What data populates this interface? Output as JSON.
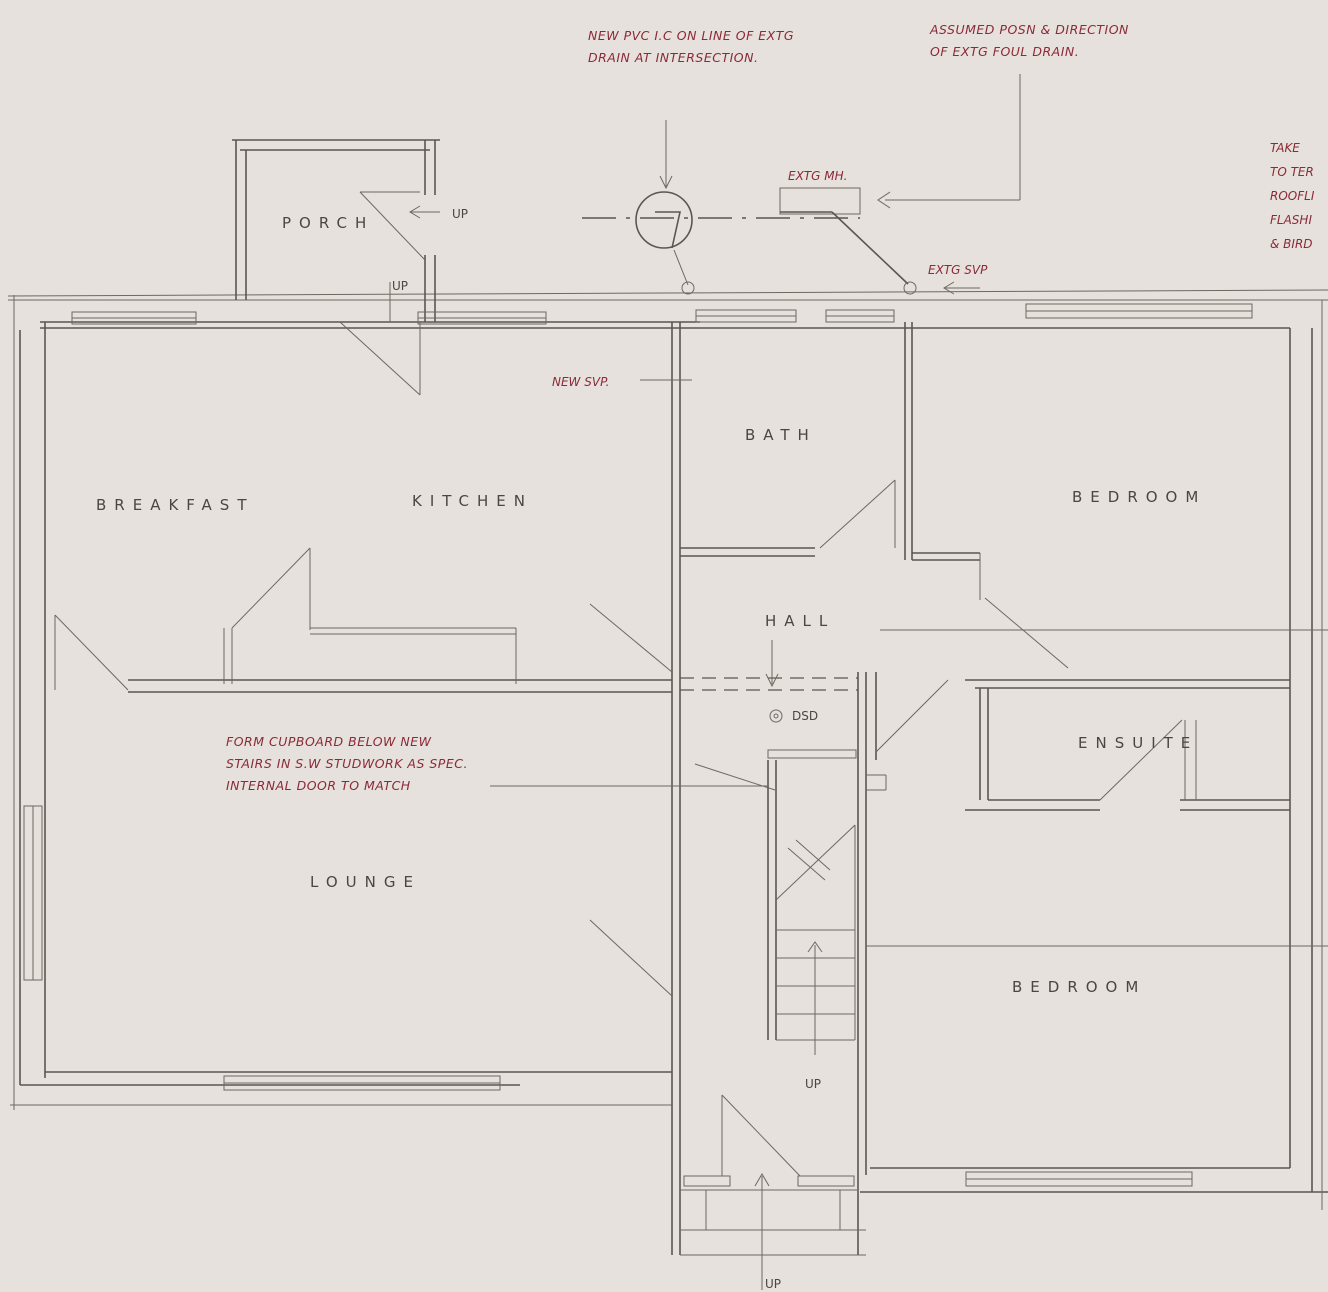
{
  "rooms": {
    "porch": "PORCH",
    "breakfast": "BREAKFAST",
    "kitchen": "KITCHEN",
    "bath": "BATH",
    "bedroom_1": "BEDROOM",
    "hall": "HALL",
    "ensuite": "ENSUITE",
    "lounge": "LOUNGE",
    "bedroom_2": "BEDROOM"
  },
  "annotations": {
    "new_pvc_line1": "NEW PVC I.C ON LINE OF EXTG",
    "new_pvc_line2": "DRAIN AT INTERSECTION.",
    "assumed_line1": "ASSUMED POSN & DIRECTION",
    "assumed_line2": "OF EXTG FOUL DRAIN.",
    "extg_mh": "EXTG MH.",
    "extg_svp": "EXTG SVP",
    "new_svp": "NEW SVP.",
    "take_line1": "TAKE",
    "take_line2": "TO TER",
    "take_line3": "ROOFLI",
    "take_line4": "FLASHI",
    "take_line5": "& BIRD",
    "cupboard_line1": "FORM CUPBOARD BELOW NEW",
    "cupboard_line2": "STAIRS IN S.W STUDWORK AS SPEC.",
    "cupboard_line3": "INTERNAL DOOR TO MATCH",
    "dsd": "DSD"
  },
  "markers": {
    "porch_up": "UP",
    "porch_up_inner": "UP",
    "stairs_up": "UP",
    "entrance_up": "UP"
  },
  "colors": {
    "paper": "#e6e1dc",
    "pencil": "#5a5650",
    "ink": "#8b2a38"
  }
}
